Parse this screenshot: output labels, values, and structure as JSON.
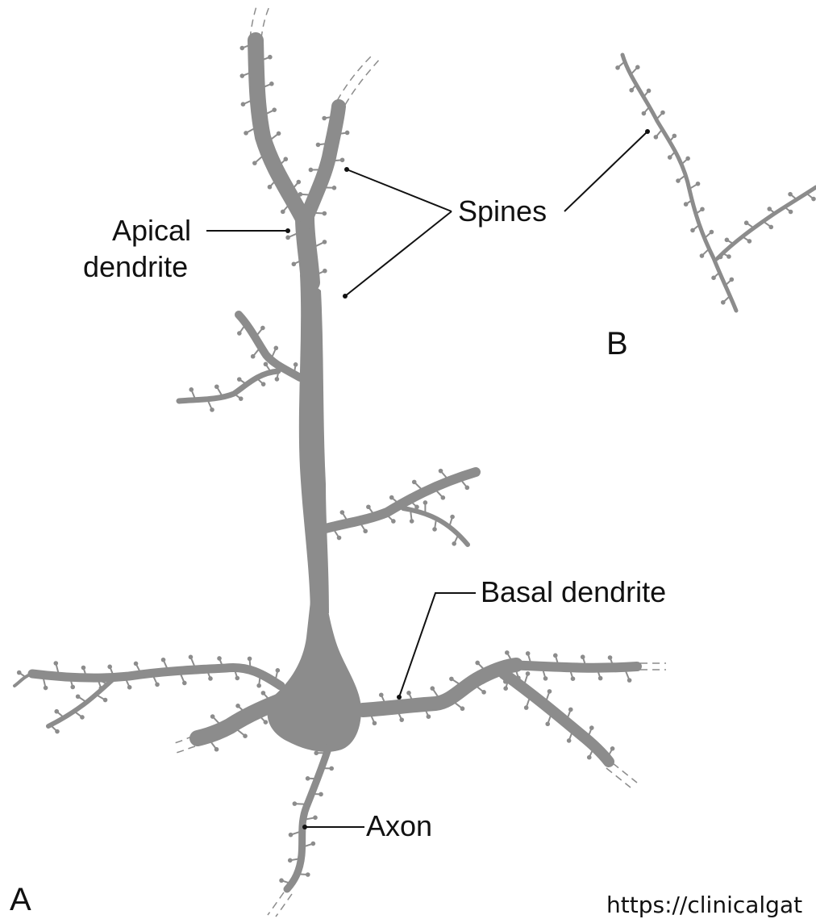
{
  "labels": {
    "spines": "Spines",
    "apical_line1": "Apical",
    "apical_line2": "dendrite",
    "basal_dendrite": "Basal dendrite",
    "axon": "Axon",
    "panel_a": "A",
    "panel_b": "B"
  },
  "source_url": "https://clinicalgat",
  "colors": {
    "neuron": "#8c8c8c",
    "text": "#111111",
    "background": "#ffffff"
  }
}
